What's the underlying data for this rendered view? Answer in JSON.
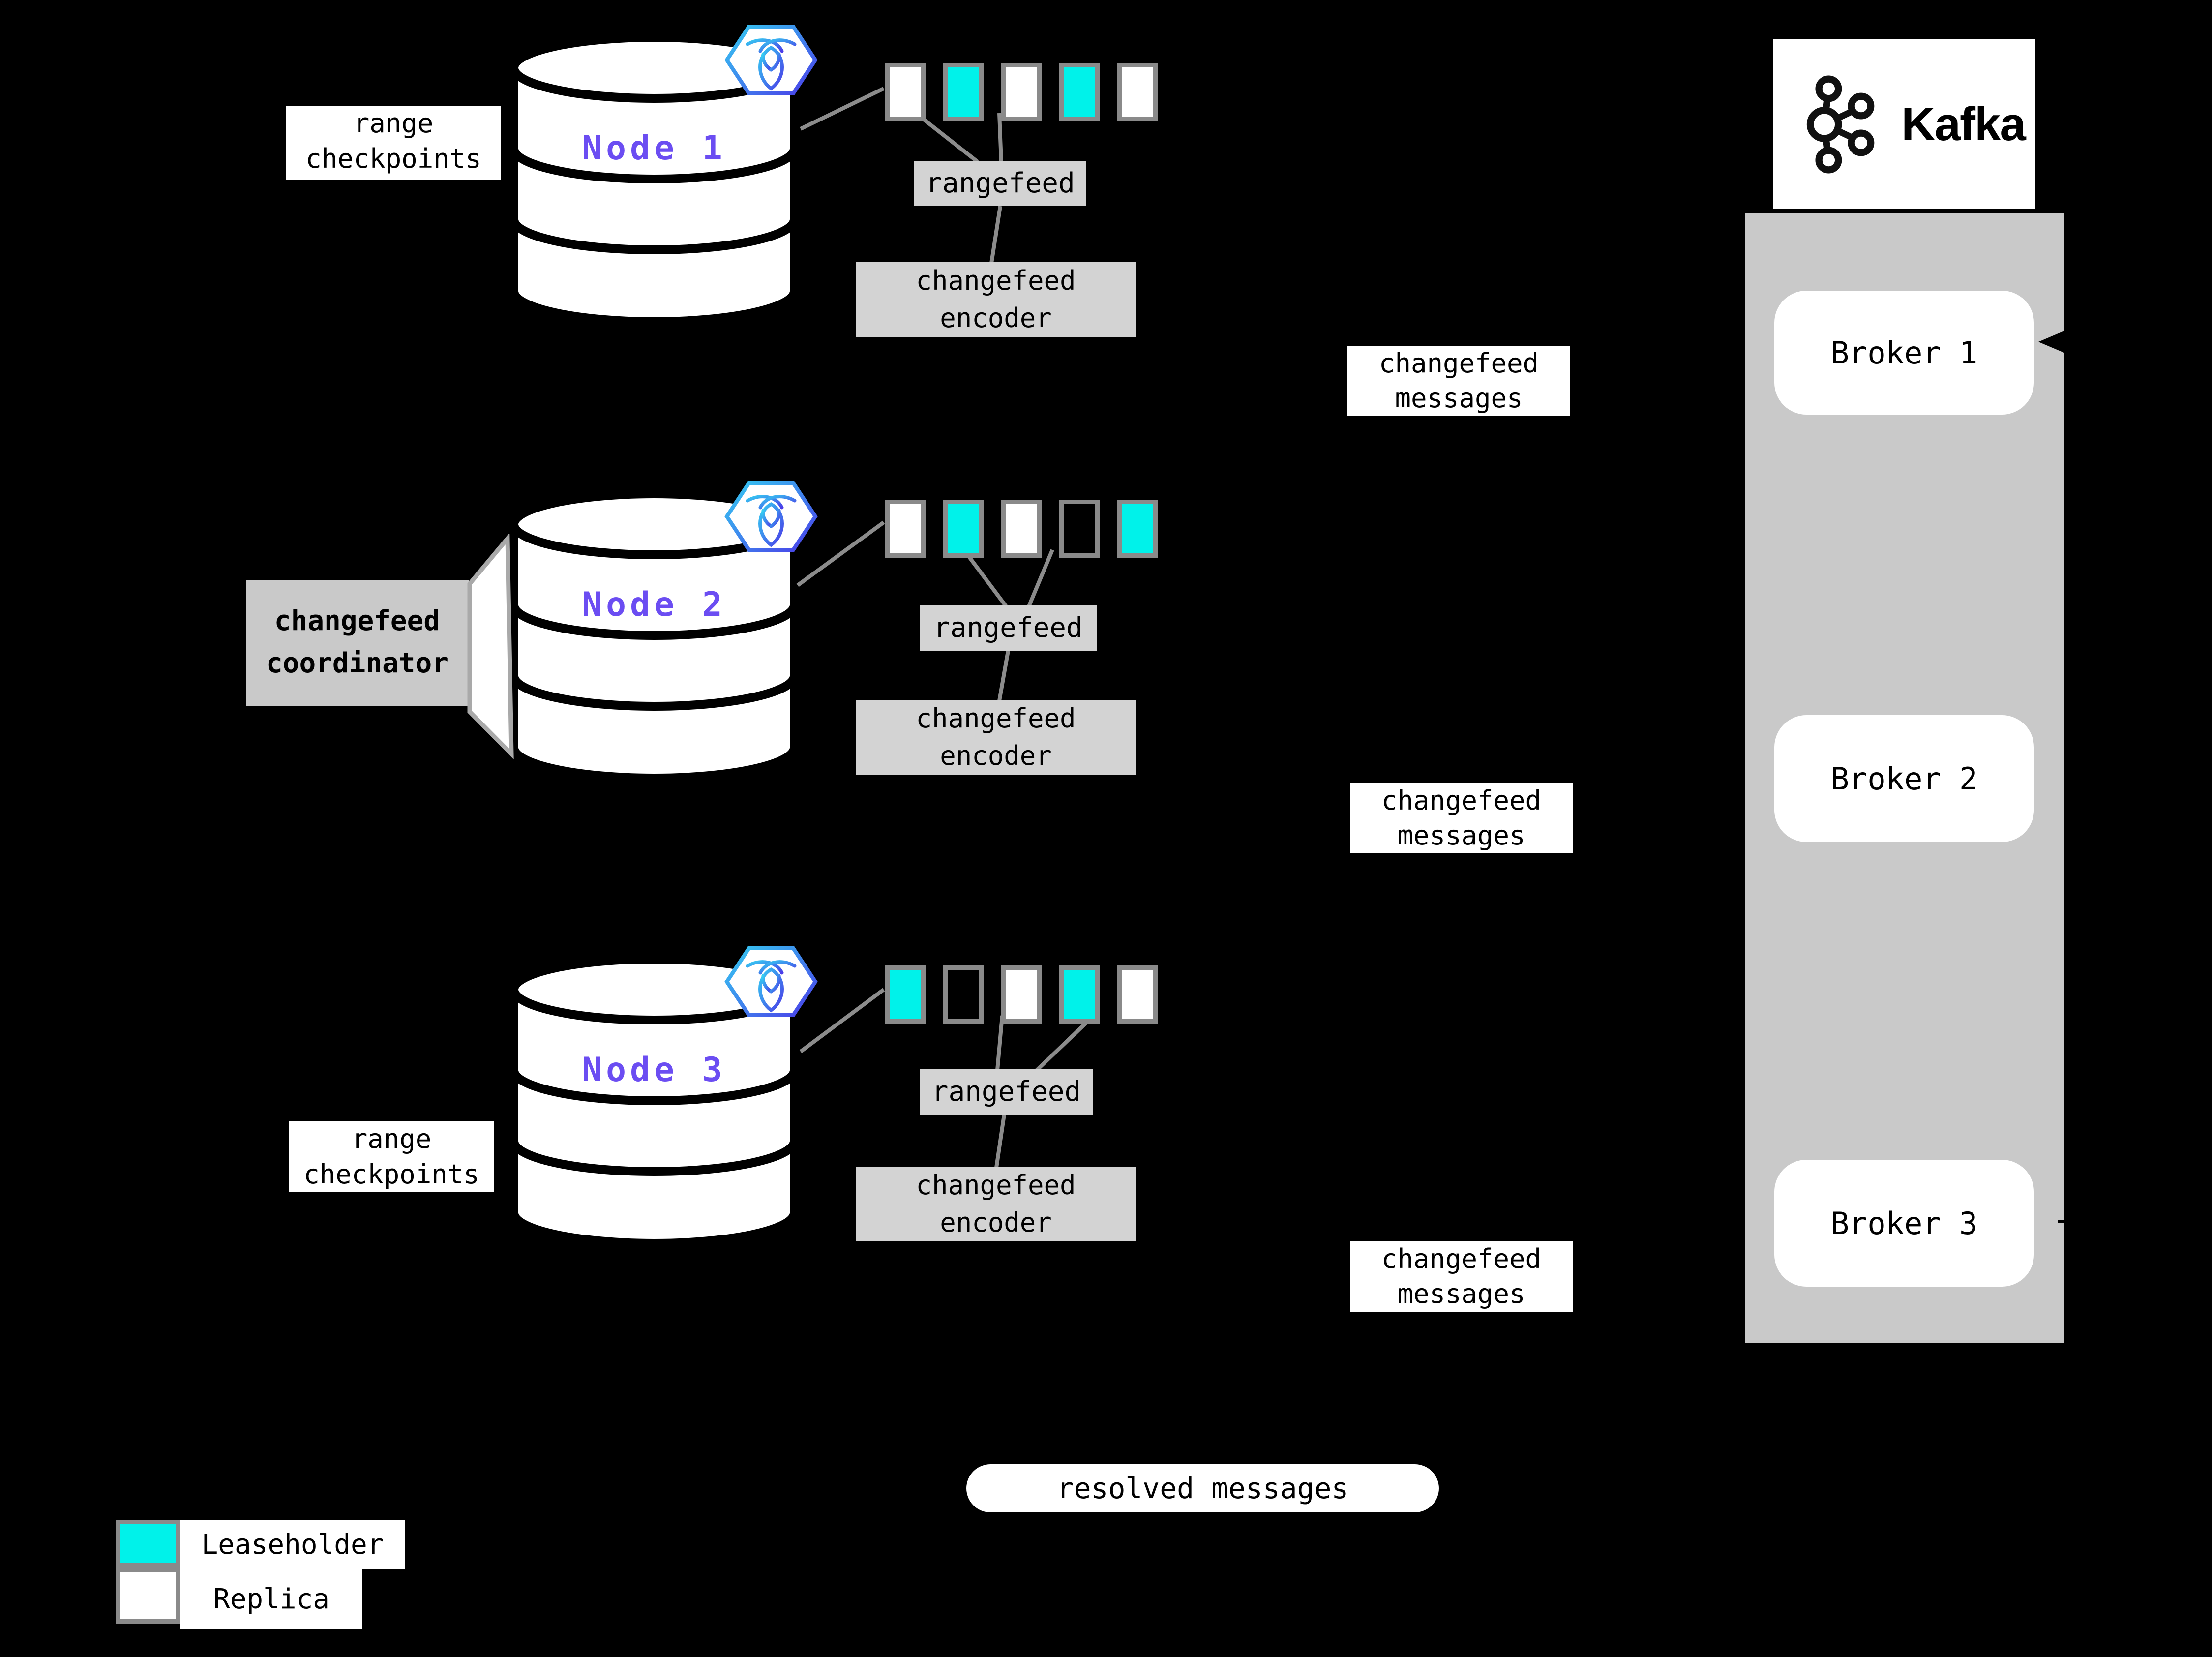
{
  "palette": {
    "leaseholder": "#00f2ea",
    "replica": "#ffffff",
    "none": "transparent",
    "node_label_purple": "#6b4df2",
    "box_gray": "#d3d3d3",
    "container_gray": "#c9c9c9",
    "line_gray": "#8c8c8c",
    "background": "#000000"
  },
  "nodes": [
    {
      "label": "Node 1",
      "ranges": [
        "replica",
        "leaseholder",
        "replica",
        "leaseholder",
        "replica"
      ]
    },
    {
      "label": "Node 2",
      "ranges": [
        "replica",
        "leaseholder",
        "replica",
        "none",
        "leaseholder"
      ]
    },
    {
      "label": "Node 3",
      "ranges": [
        "leaseholder",
        "none",
        "replica",
        "leaseholder",
        "replica"
      ]
    }
  ],
  "labels": {
    "range_checkpoints": [
      "range",
      "checkpoints"
    ],
    "rangefeed": "rangefeed",
    "changefeed_encoder": [
      "changefeed",
      "encoder"
    ],
    "changefeed_messages": [
      "changefeed",
      "messages"
    ],
    "changefeed_coordinator": [
      "changefeed",
      "coordinator"
    ],
    "resolved_messages": "resolved messages"
  },
  "kafka": {
    "brand": "Kafka",
    "brokers": [
      "Broker 1",
      "Broker 2",
      "Broker 3"
    ]
  },
  "legend": [
    {
      "type": "leaseholder",
      "label": "Leaseholder"
    },
    {
      "type": "replica",
      "label": "Replica"
    }
  ]
}
